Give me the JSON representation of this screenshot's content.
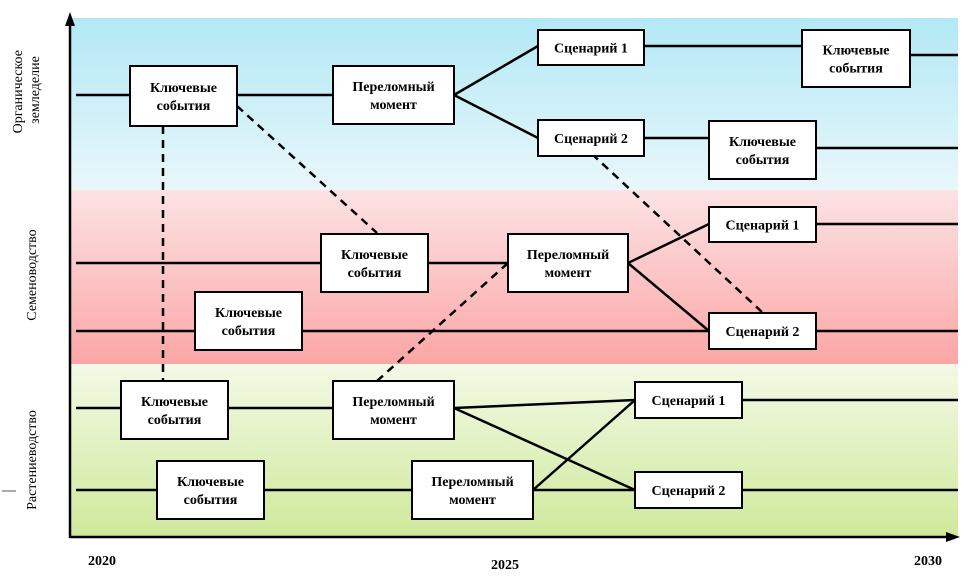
{
  "colors": {
    "lane_organic_top": "#b2e8f5",
    "lane_organic_bottom": "#e9f7fb",
    "lane_seed_top": "#fde3e4",
    "lane_seed_bottom": "#fba6a6",
    "lane_plant_top": "#f3f9e6",
    "lane_plant_bottom": "#cfe99b",
    "line": "#000000"
  },
  "lanes": [
    {
      "id": "organic",
      "label_lines": [
        "Органическое",
        "земледелие"
      ]
    },
    {
      "id": "seed",
      "label_lines": [
        "Семеноводство"
      ]
    },
    {
      "id": "plant",
      "label_lines": [
        "Растениеводство"
      ]
    }
  ],
  "years": [
    "2020",
    "2025",
    "2030"
  ],
  "nodes": {
    "o_key1": [
      "Ключевые",
      "события"
    ],
    "o_turn": [
      "Переломный",
      "момент"
    ],
    "o_sc1": [
      "Сценарий 1"
    ],
    "o_sc2": [
      "Сценарий 2"
    ],
    "o_key2": [
      "Ключевые",
      "события"
    ],
    "o_key3": [
      "Ключевые",
      "события"
    ],
    "s_key1": [
      "Ключевые",
      "события"
    ],
    "s_turn": [
      "Переломный",
      "момент"
    ],
    "s_sc1": [
      "Сценарий 1"
    ],
    "s_sc2": [
      "Сценарий 2"
    ],
    "s_key2": [
      "Ключевые",
      "события"
    ],
    "p_key1": [
      "Ключевые",
      "события"
    ],
    "p_turn1": [
      "Переломный",
      "момент"
    ],
    "p_sc1": [
      "Сценарий 1"
    ],
    "p_key2": [
      "Ключевые",
      "события"
    ],
    "p_turn2": [
      "Переломный",
      "момент"
    ],
    "p_sc2": [
      "Сценарий 2"
    ]
  }
}
